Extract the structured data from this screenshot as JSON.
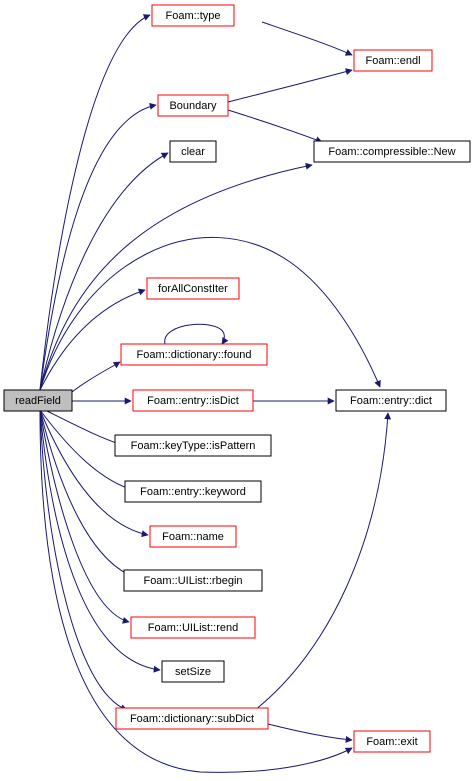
{
  "colors": {
    "edge": "#191970",
    "root_fill": "#bfbfbf",
    "plain_border": "#000000",
    "external_border": "#ff0000"
  },
  "nodes": {
    "readField": "readField",
    "type": "Foam::type",
    "endl": "Foam::endl",
    "boundary": "Boundary",
    "clear": "clear",
    "compressible_new": "Foam::compressible::New",
    "forAllConstIter": "forAllConstIter",
    "dictionary_found": "Foam::dictionary::found",
    "entry_isDict": "Foam::entry::isDict",
    "entry_dict": "Foam::entry::dict",
    "keyType_isPattern": "Foam::keyType::isPattern",
    "entry_keyword": "Foam::entry::keyword",
    "name": "Foam::name",
    "UIList_rbegin": "Foam::UIList::rbegin",
    "UIList_rend": "Foam::UIList::rend",
    "setSize": "setSize",
    "dictionary_subDict": "Foam::dictionary::subDict",
    "exit": "Foam::exit"
  }
}
